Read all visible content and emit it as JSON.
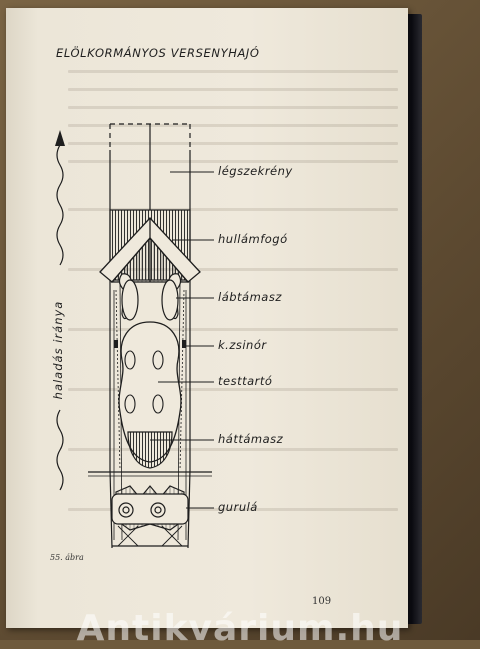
{
  "page": {
    "title": "ELÖLKORMÁNYOS VERSENYHAJÓ",
    "figure_caption": "55. ábra",
    "page_number": "109",
    "direction_label": "haladás iránya",
    "watermark": "Antikvárium.hu"
  },
  "labels": [
    {
      "id": "legszekreny",
      "text": "légszekrény"
    },
    {
      "id": "hullamfogo",
      "text": "hullámfogó"
    },
    {
      "id": "labtamasz",
      "text": "lábtámasz"
    },
    {
      "id": "kzsinor",
      "text": "k.zsinór"
    },
    {
      "id": "testtarto",
      "text": "testtartó"
    },
    {
      "id": "hattamasz",
      "text": "háttámasz"
    },
    {
      "id": "gurulo",
      "text": "gurulá"
    }
  ],
  "colors": {
    "ink": "#1e1e1e",
    "paper": "#efe9dc",
    "book_cover": "#0c0c12",
    "table": "#6e5a3c"
  }
}
